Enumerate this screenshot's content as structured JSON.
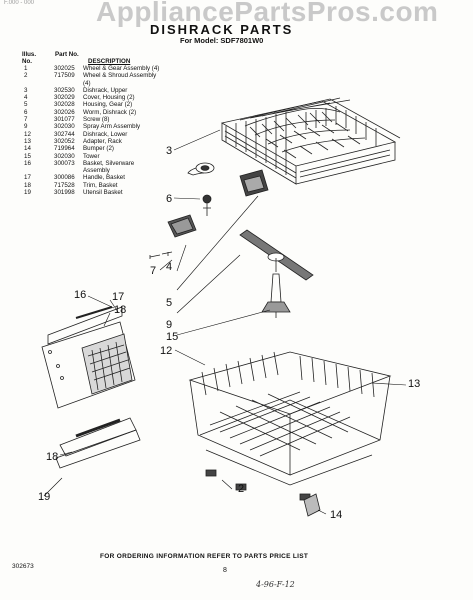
{
  "watermark": "AppliancePartsPros.com",
  "corner_mark": "F.000 - 000",
  "title": "DISHRACK PARTS",
  "model_line": "For Model: SDF7801W0",
  "table": {
    "headers": {
      "illus": "Illus. No.",
      "part": "Part No.",
      "description": "DESCRIPTION"
    },
    "rows": [
      {
        "illus": "1",
        "part": "302025",
        "desc": "Wheel & Gear Assembly (4)"
      },
      {
        "illus": "2",
        "part": "717509",
        "desc": "Wheel & Shroud Assembly (4)"
      },
      {
        "illus": "3",
        "part": "302530",
        "desc": "Dishrack, Upper"
      },
      {
        "illus": "4",
        "part": "302029",
        "desc": "Cover, Housing (2)"
      },
      {
        "illus": "5",
        "part": "302028",
        "desc": "Housing, Gear (2)"
      },
      {
        "illus": "6",
        "part": "302026",
        "desc": "Worm, Dishrack (2)"
      },
      {
        "illus": "7",
        "part": "301077",
        "desc": "Screw (8)"
      },
      {
        "illus": "9",
        "part": "302030",
        "desc": "Spray Arm Assembly"
      },
      {
        "illus": "12",
        "part": "302744",
        "desc": "Dishrack, Lower"
      },
      {
        "illus": "13",
        "part": "302052",
        "desc": "Adapter, Rack"
      },
      {
        "illus": "14",
        "part": "719964",
        "desc": "Bumper (2)"
      },
      {
        "illus": "15",
        "part": "302030",
        "desc": "Tower"
      },
      {
        "illus": "16",
        "part": "300073",
        "desc": "Basket, Silverware Assembly"
      },
      {
        "illus": "17",
        "part": "300086",
        "desc": "Handle, Basket"
      },
      {
        "illus": "18",
        "part": "717528",
        "desc": "Trim, Basket"
      },
      {
        "illus": "19",
        "part": "301998",
        "desc": "Utensil Basket"
      }
    ]
  },
  "callouts": [
    "3",
    "6",
    "7",
    "4",
    "5",
    "9",
    "15",
    "16",
    "17",
    "18",
    "12",
    "13",
    "2",
    "14",
    "18",
    "19"
  ],
  "footer": "FOR ORDERING INFORMATION REFER TO PARTS PRICE LIST",
  "doc_number": "302673",
  "page_number": "8",
  "handwriting": "4-96-F-12"
}
